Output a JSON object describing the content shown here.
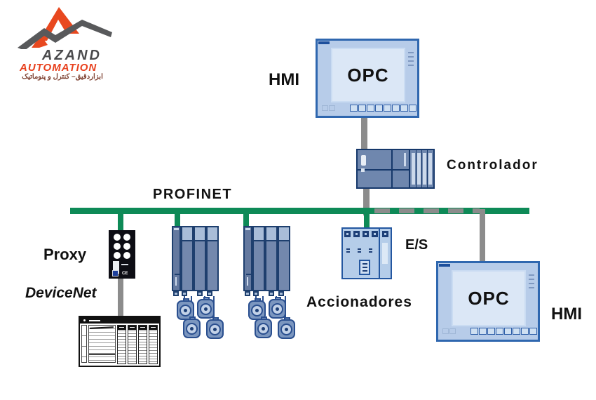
{
  "logo": {
    "brand": "AZAND",
    "subbrand": "AUTOMATION",
    "tagline": "ابزاردقیق– کنترل و پنوماتیک",
    "brand_color": "#4a4a4c",
    "accent_color": "#e8401d"
  },
  "nodes": {
    "hmi_top": {
      "label": "HMI",
      "screen_text": "OPC"
    },
    "controller": {
      "label": "Controlador"
    },
    "bus": {
      "label": "PROFINET",
      "color": "#0e8a57"
    },
    "proxy": {
      "label": "Proxy",
      "ce_mark": "CE"
    },
    "devicenet": {
      "label": "DeviceNet"
    },
    "drives": {
      "label": "Accionadores"
    },
    "io": {
      "label": "E/S"
    },
    "hmi_bottom": {
      "label": "HMI",
      "screen_text": "OPC"
    }
  },
  "colors": {
    "bus_green": "#0e8a57",
    "line_gray": "#8c8c8c",
    "hmi_border": "#2f67af",
    "hmi_fill": "#b7cce9",
    "hmi_screen": "#dbe7f6",
    "module_fill": "#6f87ae",
    "module_dark": "#16386b",
    "proxy_black": "#0d0d14"
  }
}
